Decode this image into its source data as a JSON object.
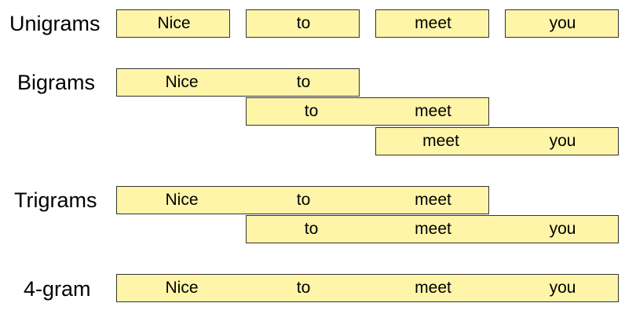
{
  "rows": [
    {
      "label": "Unigrams",
      "grams": [
        [
          "Nice"
        ],
        [
          "to"
        ],
        [
          "meet"
        ],
        [
          "you"
        ]
      ]
    },
    {
      "label": "Bigrams",
      "grams": [
        [
          "Nice",
          "to"
        ],
        [
          "to",
          "meet"
        ],
        [
          "meet",
          "you"
        ]
      ]
    },
    {
      "label": "Trigrams",
      "grams": [
        [
          "Nice",
          "to",
          "meet"
        ],
        [
          "to",
          "meet",
          "you"
        ]
      ]
    },
    {
      "label": "4-gram",
      "grams": [
        [
          "Nice",
          "to",
          "meet",
          "you"
        ]
      ]
    }
  ],
  "colors": {
    "box_fill": "#fff5a8",
    "box_border": "#333333",
    "text": "#000000"
  }
}
